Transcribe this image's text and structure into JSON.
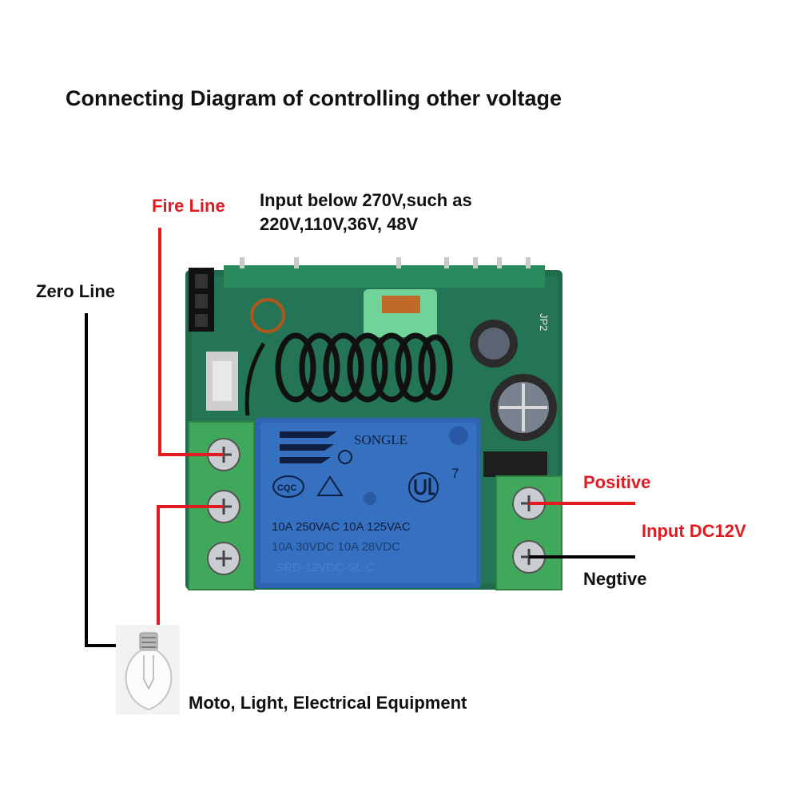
{
  "title": "Connecting Diagram of controlling other voltage",
  "labels": {
    "fire_line": "Fire Line",
    "zero_line": "Zero Line",
    "input_line1": "Input below 270V,such as",
    "input_line2": "220V,110V,36V, 48V",
    "positive": "Positive",
    "input_dc": "Input DC12V",
    "negative": "Negtive",
    "load": "Moto, Light, Electrical Equipment"
  },
  "board": {
    "relay_brand": "SONGLE",
    "relay_cert1": "CQC",
    "relay_num": "7",
    "relay_spec1": "10A 250VAC  10A 125VAC",
    "relay_spec2": "10A  30VDC  10A  28VDC",
    "relay_model": "SRD-12VDC-SL-C",
    "jumper_label": "JP2"
  },
  "colors": {
    "red_wire": "#e11b22",
    "black_wire": "#000000",
    "pcb": "#1f6b4a",
    "terminal": "#3fa85a",
    "relay": "#2f64b4"
  }
}
